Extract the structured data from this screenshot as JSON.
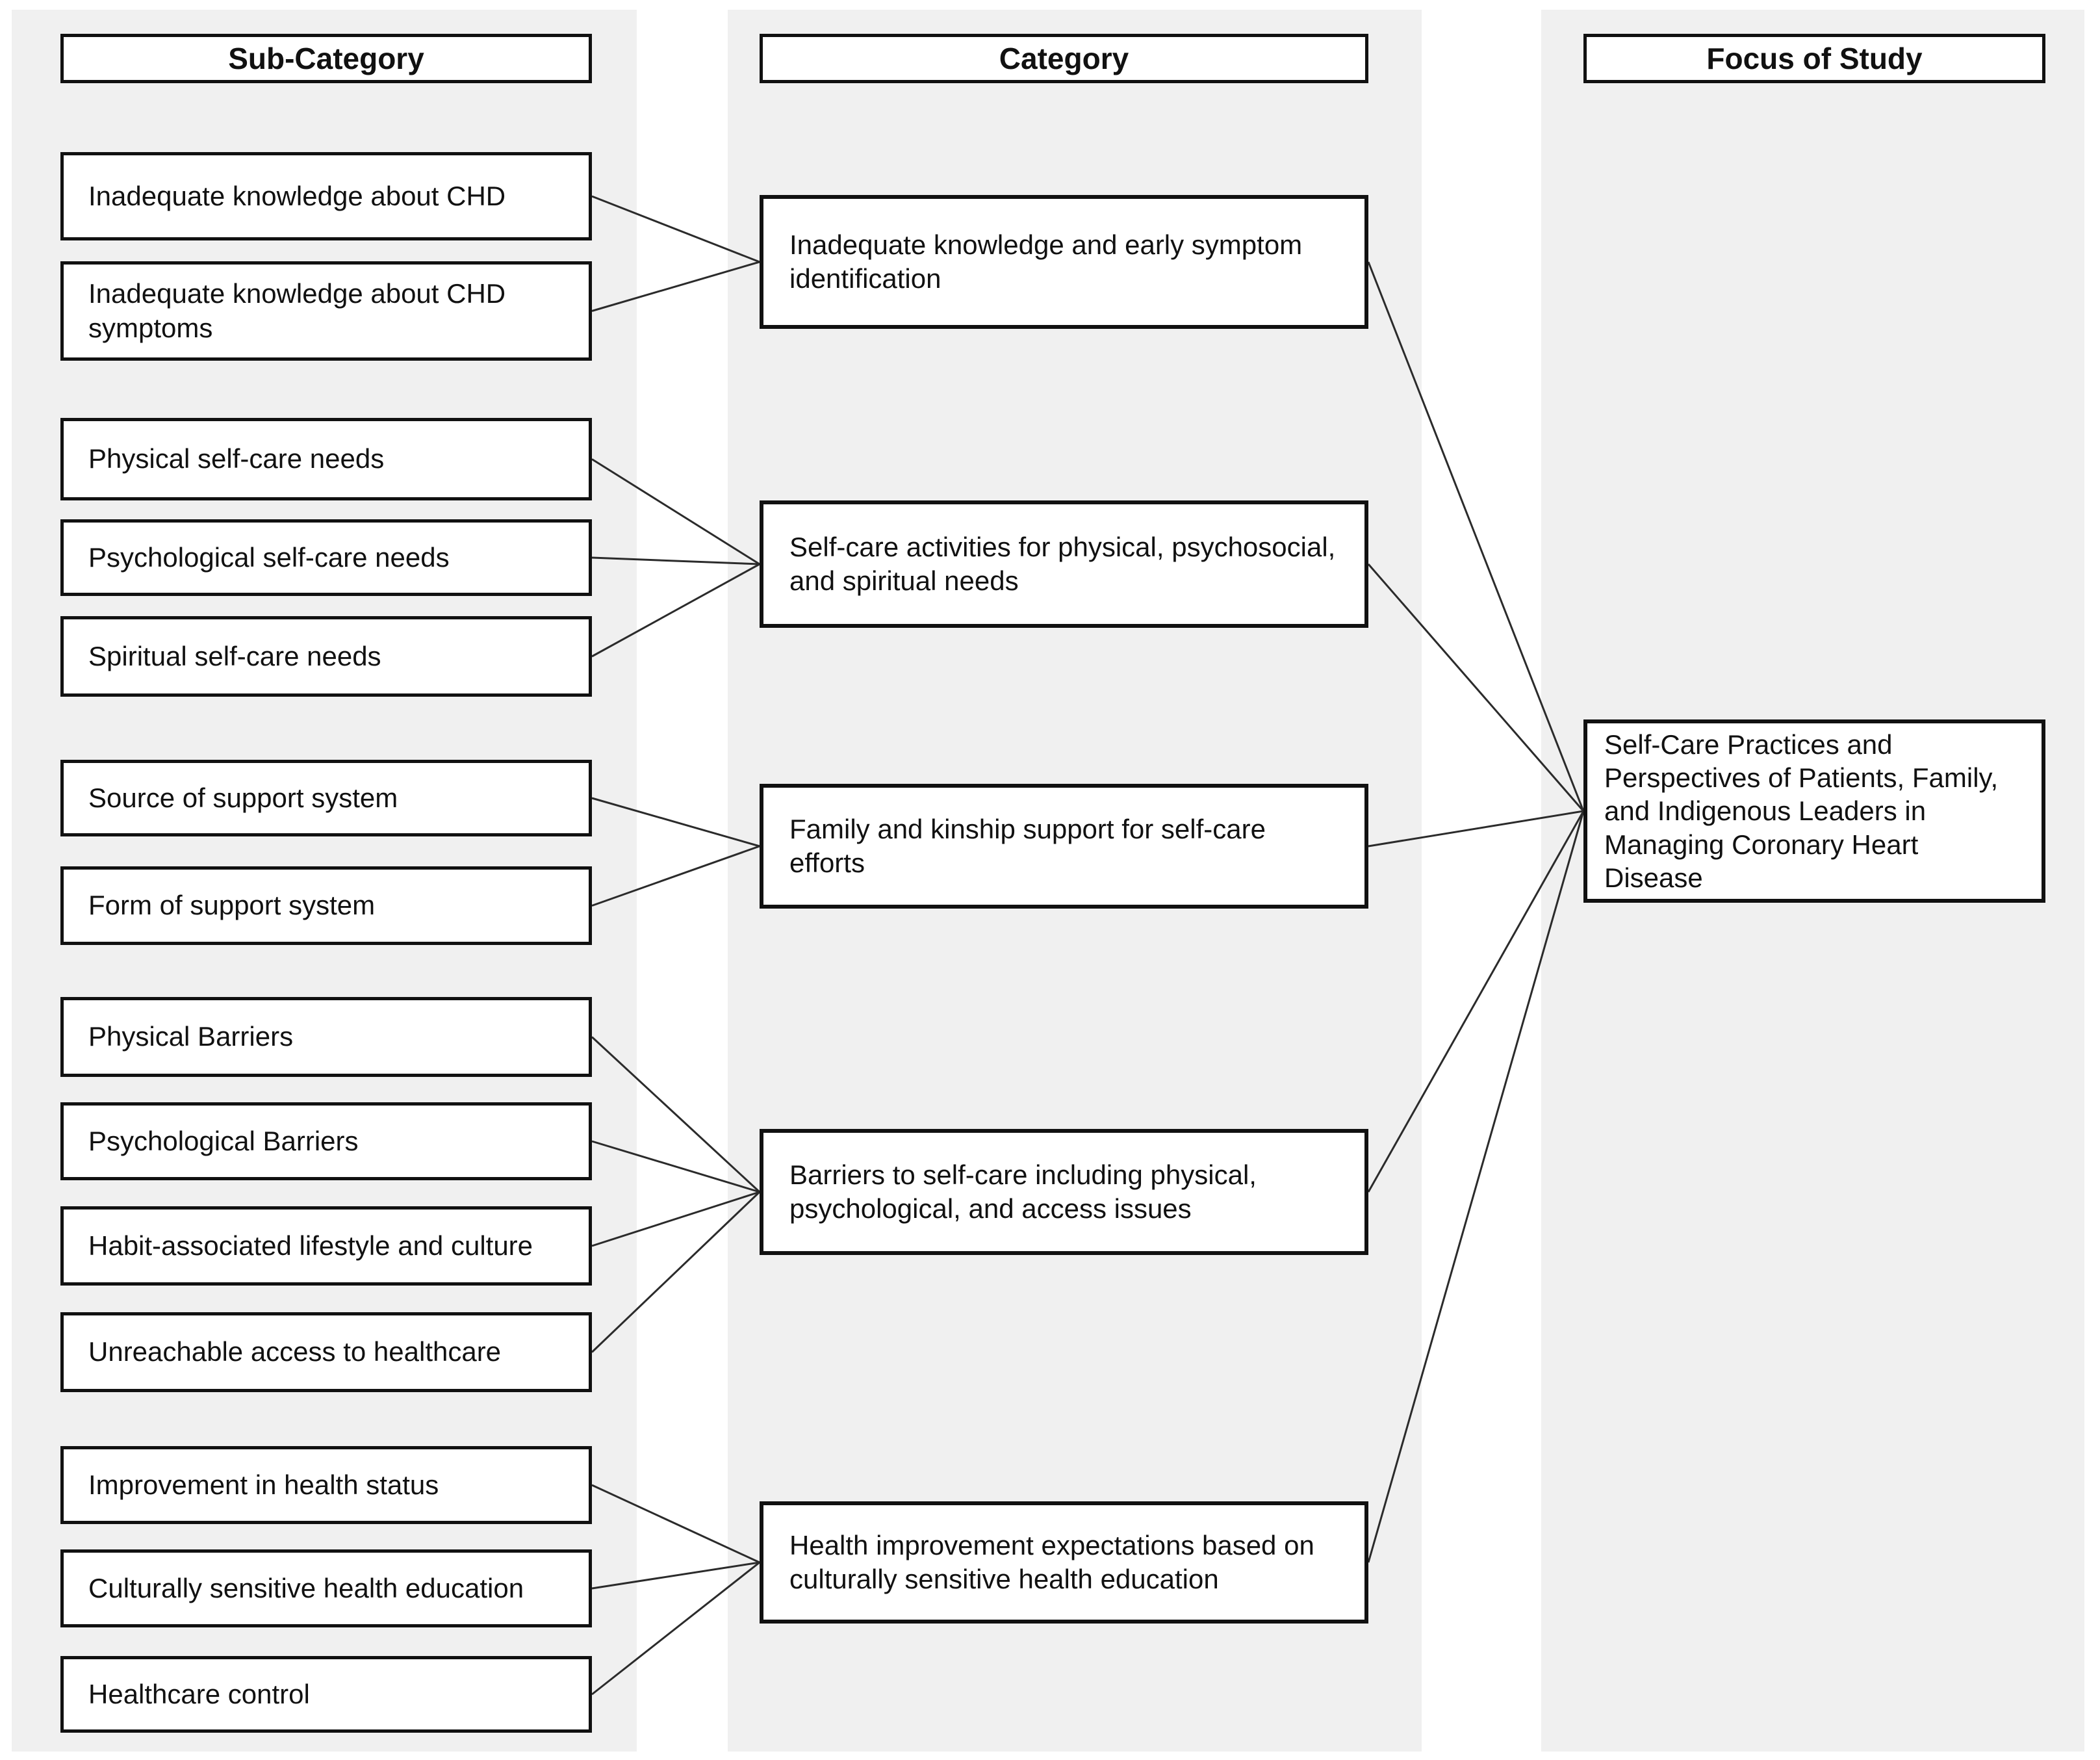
{
  "diagram": {
    "headers": {
      "sub_category": "Sub-Category",
      "category": "Category",
      "focus_of_study": "Focus of Study"
    },
    "sub_categories": [
      {
        "id": "a1",
        "label": "Inadequate knowledge about CHD"
      },
      {
        "id": "a2",
        "label": "Inadequate knowledge about CHD\nsymptoms"
      },
      {
        "id": "b1",
        "label": "Physical self-care needs"
      },
      {
        "id": "b2",
        "label": "Psychological self-care needs"
      },
      {
        "id": "b3",
        "label": "Spiritual self-care needs"
      },
      {
        "id": "c1",
        "label": "Source of support system"
      },
      {
        "id": "c2",
        "label": "Form of support system"
      },
      {
        "id": "d1",
        "label": "Physical Barriers"
      },
      {
        "id": "d2",
        "label": "Psychological Barriers"
      },
      {
        "id": "d3",
        "label": "Habit-associated lifestyle and culture"
      },
      {
        "id": "d4",
        "label": "Unreachable access to healthcare"
      },
      {
        "id": "e1",
        "label": "Improvement in health status"
      },
      {
        "id": "e2",
        "label": "Culturally sensitive health education"
      },
      {
        "id": "e3",
        "label": "Healthcare control"
      }
    ],
    "categories": [
      {
        "id": "m1",
        "label": "Inadequate knowledge and early symptom\nidentification"
      },
      {
        "id": "m2",
        "label": "Self-care activities for physical, psychosocial,\nand spiritual needs"
      },
      {
        "id": "m3",
        "label": "Family and kinship support for self-care\nefforts"
      },
      {
        "id": "m4",
        "label": "Barriers to self-care including physical,\npsychological, and access issues"
      },
      {
        "id": "m5",
        "label": "Health improvement expectations based on\nculturally sensitive health education"
      }
    ],
    "focus": {
      "id": "f",
      "label": "Self-Care Practices and\nPerspectives of Patients, Family,\nand Indigenous Leaders in\nManaging Coronary Heart\nDisease"
    },
    "edges": [
      [
        "a1",
        "m1"
      ],
      [
        "a2",
        "m1"
      ],
      [
        "b1",
        "m2"
      ],
      [
        "b2",
        "m2"
      ],
      [
        "b3",
        "m2"
      ],
      [
        "c1",
        "m3"
      ],
      [
        "c2",
        "m3"
      ],
      [
        "d1",
        "m4"
      ],
      [
        "d2",
        "m4"
      ],
      [
        "d3",
        "m4"
      ],
      [
        "d4",
        "m4"
      ],
      [
        "e1",
        "m5"
      ],
      [
        "e2",
        "m5"
      ],
      [
        "e3",
        "m5"
      ],
      [
        "m1",
        "f"
      ],
      [
        "m2",
        "f"
      ],
      [
        "m3",
        "f"
      ],
      [
        "m4",
        "f"
      ],
      [
        "m5",
        "f"
      ]
    ],
    "colors": {
      "band": "#f0f0f0",
      "box_background": "#ffffff",
      "border": "#111111",
      "connector": "#2b2b2b",
      "text": "#111111",
      "page": "#ffffff"
    }
  }
}
